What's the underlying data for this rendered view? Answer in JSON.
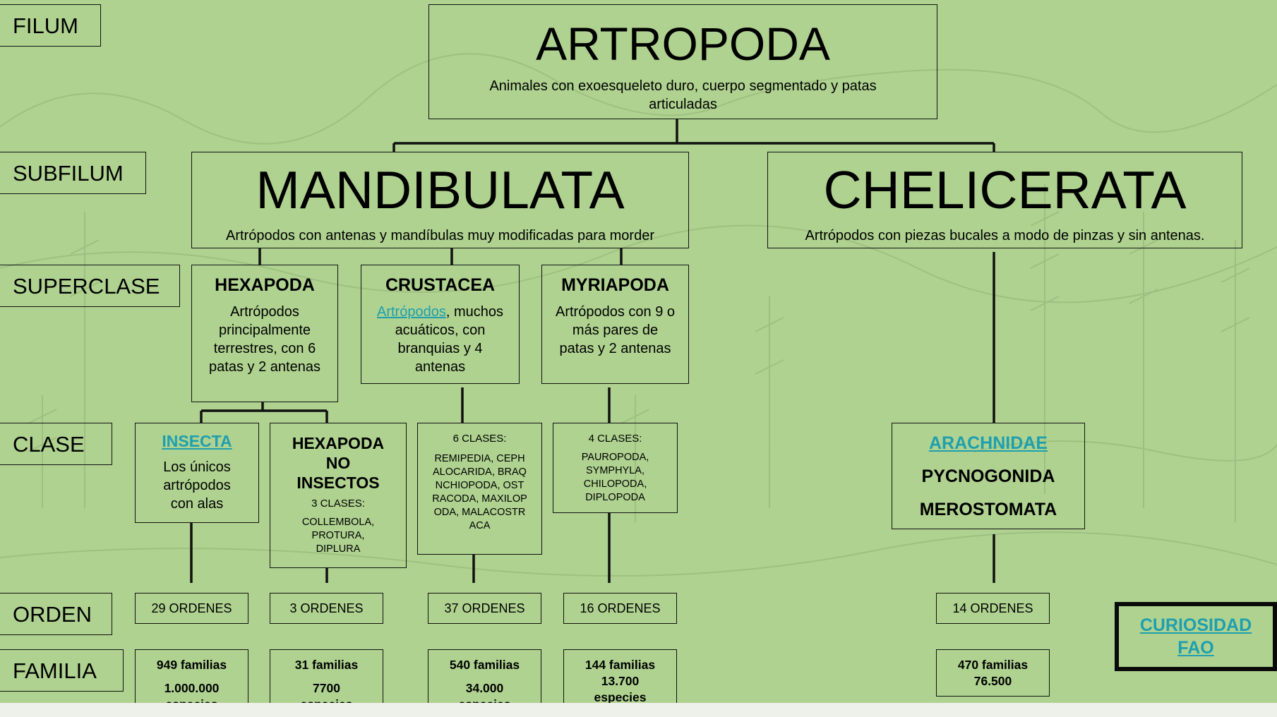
{
  "ranks": {
    "filum": "FILUM",
    "subfilum": "SUBFILUM",
    "superclase": "SUPERCLASE",
    "clase": "CLASE",
    "orden": "ORDEN",
    "familia": "FAMILIA"
  },
  "filum": {
    "title": "ARTROPODA",
    "description": "Animales con exoesqueleto duro, cuerpo segmentado y patas articuladas"
  },
  "subfilum": {
    "mandibulata": {
      "title": "MANDIBULATA",
      "description": "Artrópodos con antenas y mandíbulas muy modificadas para morder"
    },
    "chelicerata": {
      "title": "CHELICERATA",
      "description": "Artrópodos con piezas bucales a modo de pinzas y sin antenas."
    }
  },
  "superclase": {
    "hexapoda": {
      "title": "HEXAPODA",
      "description": "Artrópodos principalmente terrestres, con 6 patas y 2 antenas"
    },
    "crustacea": {
      "title": "CRUSTACEA",
      "link": "Artrópodos",
      "description": ", muchos acuáticos, con branquias y 4 antenas"
    },
    "myriapoda": {
      "title": "MYRIAPODA",
      "description": "Artrópodos con 9 o más pares de patas y 2 antenas"
    }
  },
  "clase": {
    "insecta": {
      "title": "INSECTA",
      "description": "Los únicos artrópodos con alas"
    },
    "hexapoda_no_insectos": {
      "title": "HEXAPODA NO INSECTOS",
      "count": "3 CLASES:",
      "list": "COLLEMBOLA, PROTURA, DIPLURA"
    },
    "crustacea": {
      "count": "6 CLASES:",
      "list": "REMIPEDIA, CEPHALOCARIDA, BRAQNCHIOPODA, OSTRACODA, MAXILOPODA, MALACOSTRACA"
    },
    "myriapoda": {
      "count": "4 CLASES:",
      "list": "PAUROPODA, SYMPHYLA, CHILOPODA, DIPLOPODA"
    },
    "chelicerata": {
      "arachnidae": "ARACHNIDAE",
      "pycnogonida": "PYCNOGONIDA",
      "merostomata": "MEROSTOMATA"
    }
  },
  "orden": {
    "insecta": "29 ORDENES",
    "hexapoda_no_insectos": "3 ORDENES",
    "crustacea": "37 ORDENES",
    "myriapoda": "16 ORDENES",
    "chelicerata": "14 ORDENES"
  },
  "familia": {
    "insecta": {
      "familias": "949 familias",
      "especies_num": "1.000.000",
      "especies_word": "especies"
    },
    "hexapoda_no_insectos": {
      "familias": "31 familias",
      "especies_num": "7700",
      "especies_word": "especies"
    },
    "crustacea": {
      "familias": "540 familias",
      "especies_num": "34.000",
      "especies_word": "especies"
    },
    "myriapoda": {
      "familias": "144 familias",
      "especies_num": "13.700",
      "especies_word": "especies"
    },
    "chelicerata": {
      "familias": "470 familias",
      "especies_num": "76.500"
    }
  },
  "curiosidad": {
    "line1": "CURIOSIDAD",
    "line2": "FAO"
  },
  "colors": {
    "background": "#afd290",
    "line": "#111111",
    "link": "#1f9fae"
  }
}
